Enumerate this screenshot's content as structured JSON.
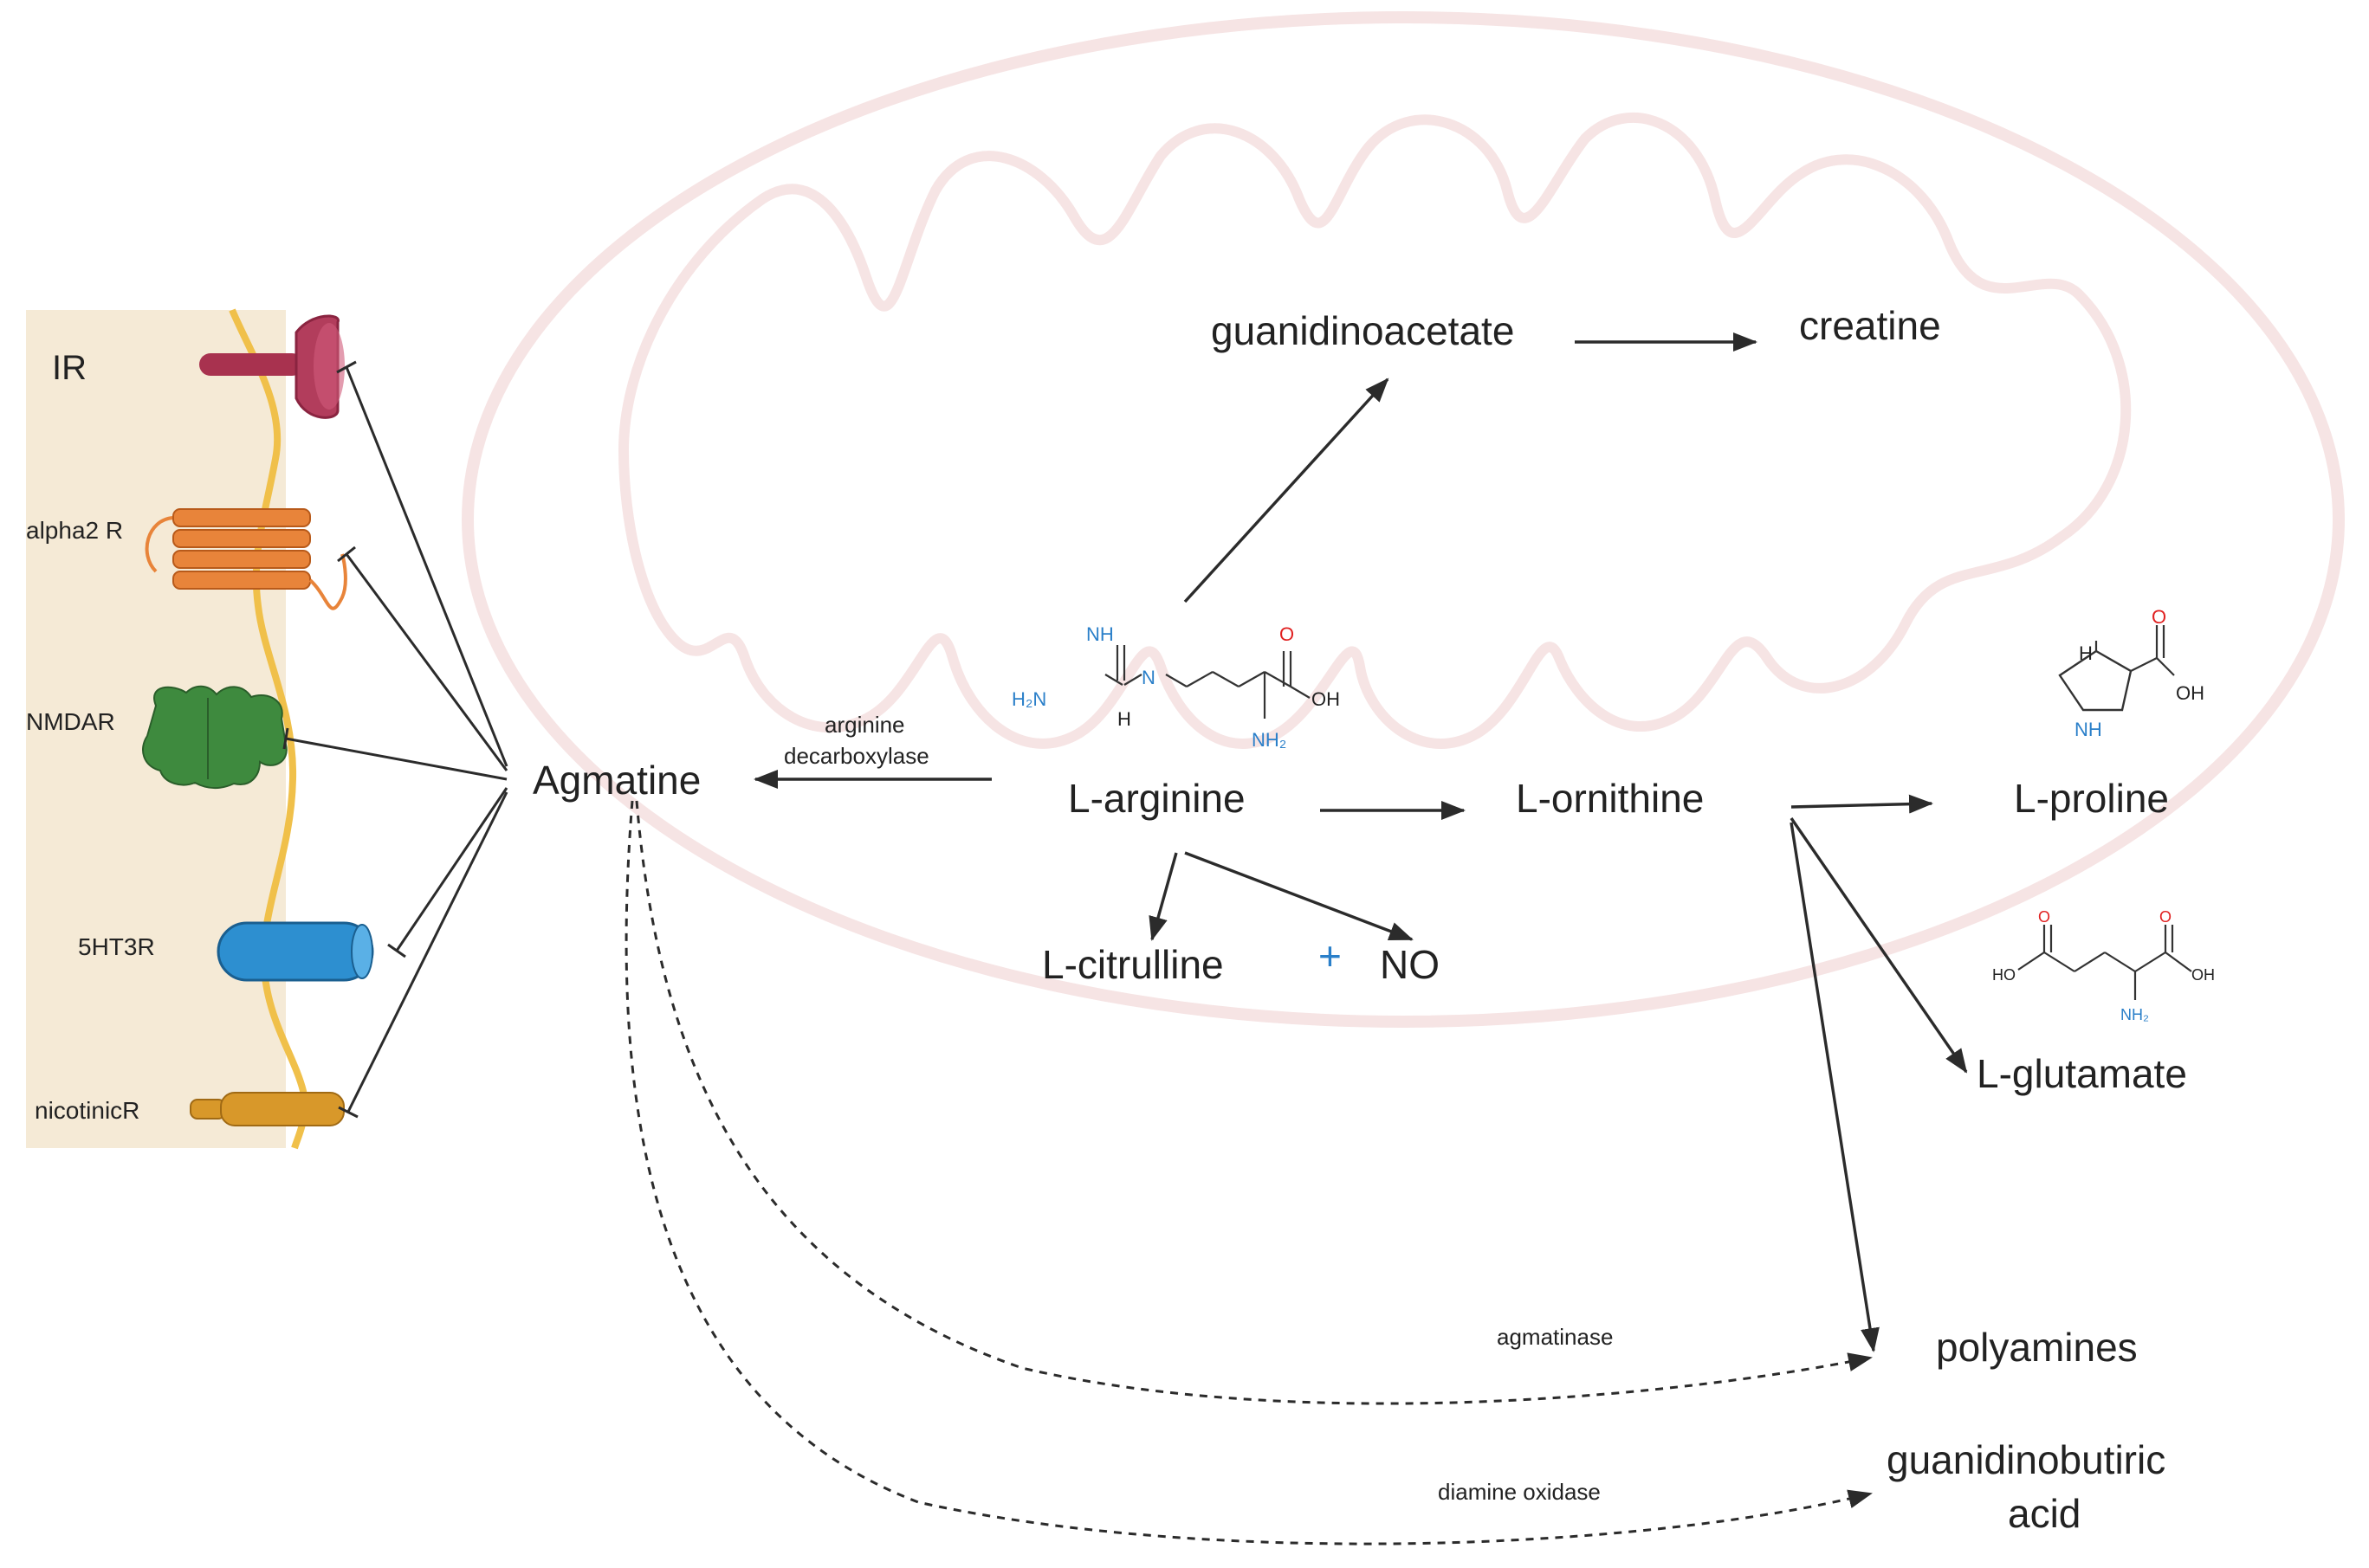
{
  "nodes": {
    "agmatine": "Agmatine",
    "l_arginine": "L-arginine",
    "l_ornithine": "L-ornithine",
    "l_proline": "L-proline",
    "l_glutamate": "L-glutamate",
    "l_citrulline": "L-citrulline",
    "plus": "+",
    "no": "NO",
    "guanidinoacetate": "guanidinoacetate",
    "creatine": "creatine",
    "polyamines": "polyamines",
    "guanidinobutiric_line1": "guanidinobutiric",
    "guanidinobutiric_line2": "acid"
  },
  "receptors": {
    "ir": "IR",
    "alpha2r": "alpha2 R",
    "nmdar": "NMDAR",
    "ht3r": "5HT3R",
    "nicotinicr": "nicotinicR"
  },
  "enzymes": {
    "arginine_decarboxylase_line1": "arginine",
    "arginine_decarboxylase_line2": "decarboxylase",
    "agmatinase": "agmatinase",
    "diamine_oxidase": "diamine oxidase"
  },
  "molecule_atoms": {
    "nh": "NH",
    "h2n": "H₂N",
    "n": "N",
    "h": "H",
    "o": "O",
    "oh": "OH",
    "nh2": "NH₂",
    "ho": "HO"
  },
  "colors": {
    "membrane_fill": "#f5ead6",
    "membrane_line": "#f0c04a",
    "mitochondrion_outline": "#f6e4e4",
    "ir_receptor": "#a8324f",
    "alpha2_receptor": "#e8843a",
    "nmda_receptor": "#3e8a3e",
    "ht3_receptor": "#2d8fd0",
    "nicotinic_receptor": "#d8982a"
  }
}
